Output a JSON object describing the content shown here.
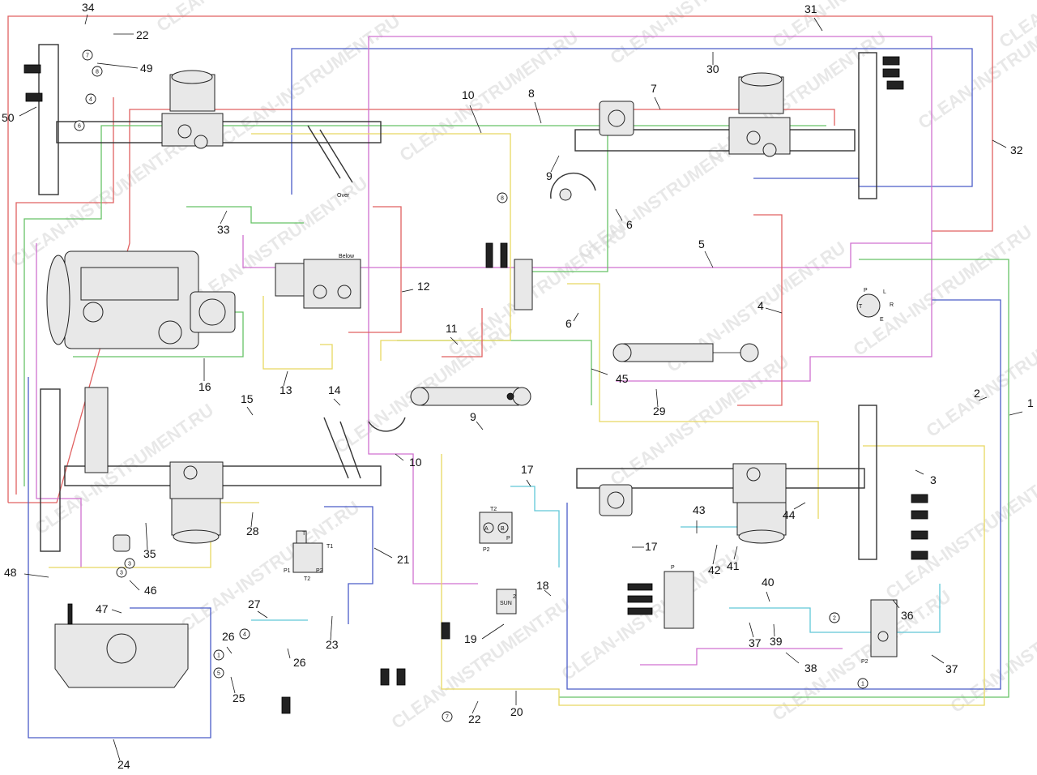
{
  "watermark": "CLEAN-INSTRUMENT.RU",
  "colors": {
    "red": "#e06060",
    "blue": "#4a5cc8",
    "magenta": "#d070d0",
    "green": "#66c266",
    "yellow": "#e8d860",
    "cyan": "#60c8d8",
    "frame": "#333333"
  },
  "callouts": [
    "1",
    "2",
    "3",
    "4",
    "5",
    "6",
    "6",
    "7",
    "8",
    "9",
    "9",
    "10",
    "10",
    "11",
    "12",
    "13",
    "14",
    "15",
    "16",
    "17",
    "17",
    "18",
    "19",
    "20",
    "21",
    "22",
    "22",
    "23",
    "24",
    "25",
    "26",
    "26",
    "27",
    "28",
    "29",
    "30",
    "31",
    "32",
    "33",
    "34",
    "35",
    "36",
    "37",
    "37",
    "38",
    "39",
    "40",
    "41",
    "42",
    "43",
    "44",
    "45",
    "46",
    "47",
    "48",
    "49",
    "50"
  ],
  "port_marks": [
    "7",
    "8",
    "4",
    "6",
    "8",
    "3",
    "2",
    "4",
    "1",
    "5",
    "3",
    "2",
    "1",
    "7"
  ],
  "valve_labels": {
    "over": "Over",
    "below": "Below",
    "t2": "T2",
    "t1": "T1",
    "p": "P",
    "p1": "P1",
    "p2": "P2",
    "a": "A",
    "b": "B",
    "sun": "SUN",
    "sun2": "2",
    "l": "L",
    "r": "R",
    "e": "E",
    "t": "T"
  }
}
